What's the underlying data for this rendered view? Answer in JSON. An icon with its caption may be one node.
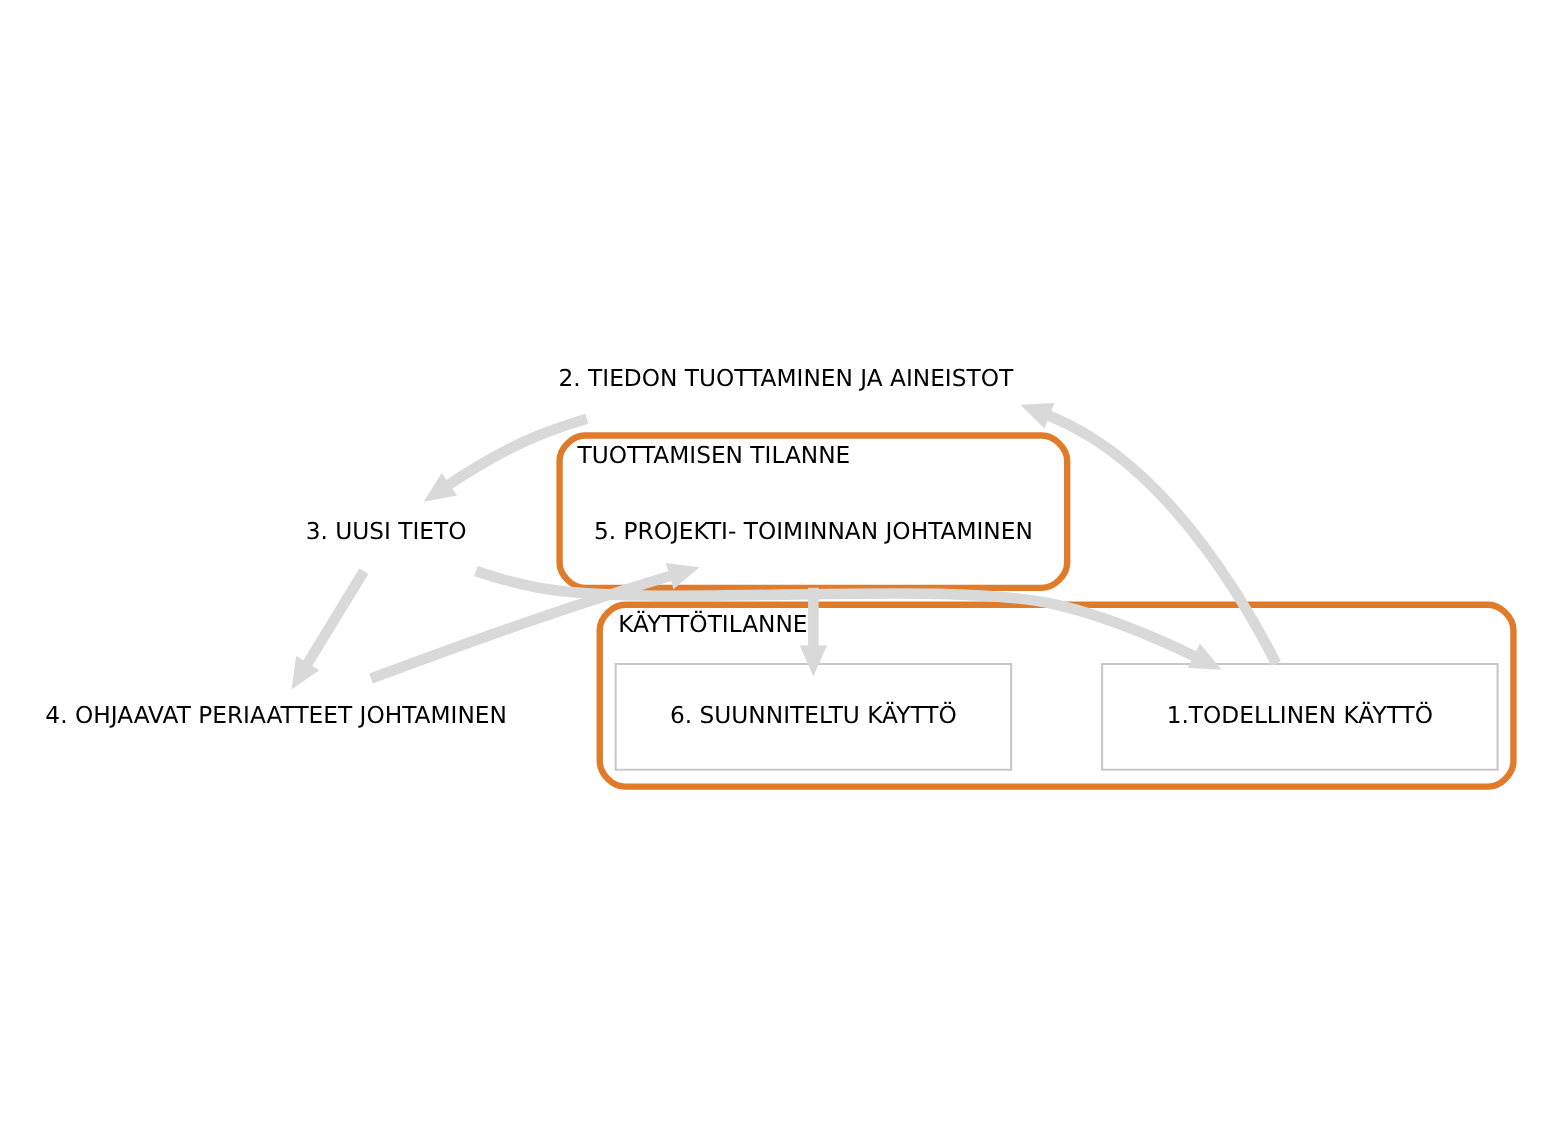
{
  "diagram": {
    "nodes": [
      {
        "text": [
          "KÄYTTÖTILANNE"
        ]
      },
      {
        "text": [
          "1.TODELLINEN KÄYTTÖ"
        ],
        "in": 0
      },
      {
        "text": [
          "6. SUUNNITELTU KÄYTTÖ"
        ],
        "in": 0
      },
      {
        "text": [
          "2. TIEDON TUOTTAMINEN JA AINEISTOT"
        ]
      },
      {
        "text": [
          "3. UUSI TIETO"
        ]
      },
      {
        "text": [
          "4. OHJAAVAT PERIAATTEET JOHTAMINEN"
        ]
      },
      {
        "text": [
          "TUOTTAMISEN TILANNE"
        ]
      },
      {
        "text": [
          "5. PROJEKTI- TOIMINNAN JOHTAMINEN"
        ],
        "in": 6
      }
    ],
    "edges": [
      {
        "from": 1,
        "to": 3,
        "arrow": "to"
      },
      {
        "from": 3,
        "to": 4,
        "arrow": "to"
      },
      {
        "from": 4,
        "to": 1,
        "arrow": "to"
      },
      {
        "from": 4,
        "to": 5,
        "arrow": "to"
      },
      {
        "from": 5,
        "to": 7,
        "arrow": "to"
      },
      {
        "from": 6,
        "to": 2,
        "arrow": "to"
      }
    ]
  }
}
